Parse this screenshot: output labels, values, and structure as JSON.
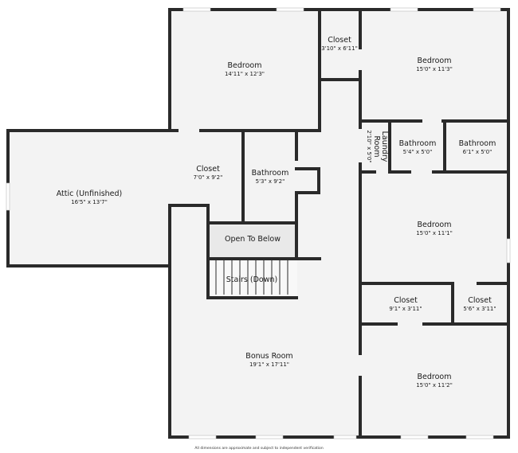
{
  "rooms": {
    "bedroom_nw": {
      "name": "Bedroom",
      "dims": "14'11\" x 12'3\""
    },
    "closet_n": {
      "name": "Closet",
      "dims": "3'10\" x 6'11\""
    },
    "bedroom_ne": {
      "name": "Bedroom",
      "dims": "15'0\" x 11'3\""
    },
    "laundry": {
      "name1": "Laundry",
      "name2": "Room",
      "dims": "2'10\" x 5'0\""
    },
    "bathroom_e1": {
      "name": "Bathroom",
      "dims": "5'4\" x 5'0\""
    },
    "bathroom_e2": {
      "name": "Bathroom",
      "dims": "6'1\" x 5'0\""
    },
    "attic": {
      "name": "Attic (Unfinished)",
      "dims": "16'5\" x 13'7\""
    },
    "closet_w": {
      "name": "Closet",
      "dims": "7'0\" x 9'2\""
    },
    "bathroom_w": {
      "name": "Bathroom",
      "dims": "5'3\" x 9'2\""
    },
    "bedroom_e_mid": {
      "name": "Bedroom",
      "dims": "15'0\" x 11'1\""
    },
    "open_below": {
      "name": "Open To Below"
    },
    "stairs": {
      "name": "Stairs (Down)"
    },
    "closet_se1": {
      "name": "Closet",
      "dims": "9'1\" x 3'11\""
    },
    "closet_se2": {
      "name": "Closet",
      "dims": "5'6\" x 3'11\""
    },
    "bonus": {
      "name": "Bonus Room",
      "dims": "19'1\" x 17'11\""
    },
    "bedroom_se": {
      "name": "Bedroom",
      "dims": "15'0\" x 11'2\""
    }
  },
  "footer_note": "All dimensions are approximate and subject to independent verification",
  "colors": {
    "floor": "#f3f3f3",
    "wall": "#2a2a2a",
    "open_below": "#e9e9e9",
    "background": "#ffffff"
  }
}
